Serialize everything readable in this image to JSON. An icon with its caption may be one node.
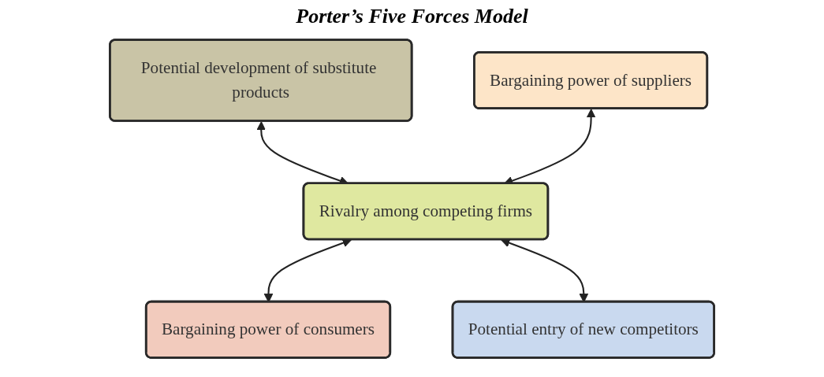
{
  "diagram": {
    "title": "Porter’s Five Forces Model",
    "nodes": [
      {
        "text": [
          "Potential development of substitute products"
        ]
      },
      {
        "text": [
          "Bargaining power of suppliers"
        ]
      },
      {
        "text": [
          "Rivalry among competing firms"
        ]
      },
      {
        "text": [
          "Bargaining power of consumers"
        ]
      },
      {
        "text": [
          "Potential entry of new competitors"
        ]
      }
    ],
    "edges": [
      {
        "from": 0,
        "to": 2,
        "arrow": "both"
      },
      {
        "from": 1,
        "to": 2,
        "arrow": "both"
      },
      {
        "from": 2,
        "to": 3,
        "arrow": "both"
      },
      {
        "from": 2,
        "to": 4,
        "arrow": "both"
      }
    ]
  }
}
